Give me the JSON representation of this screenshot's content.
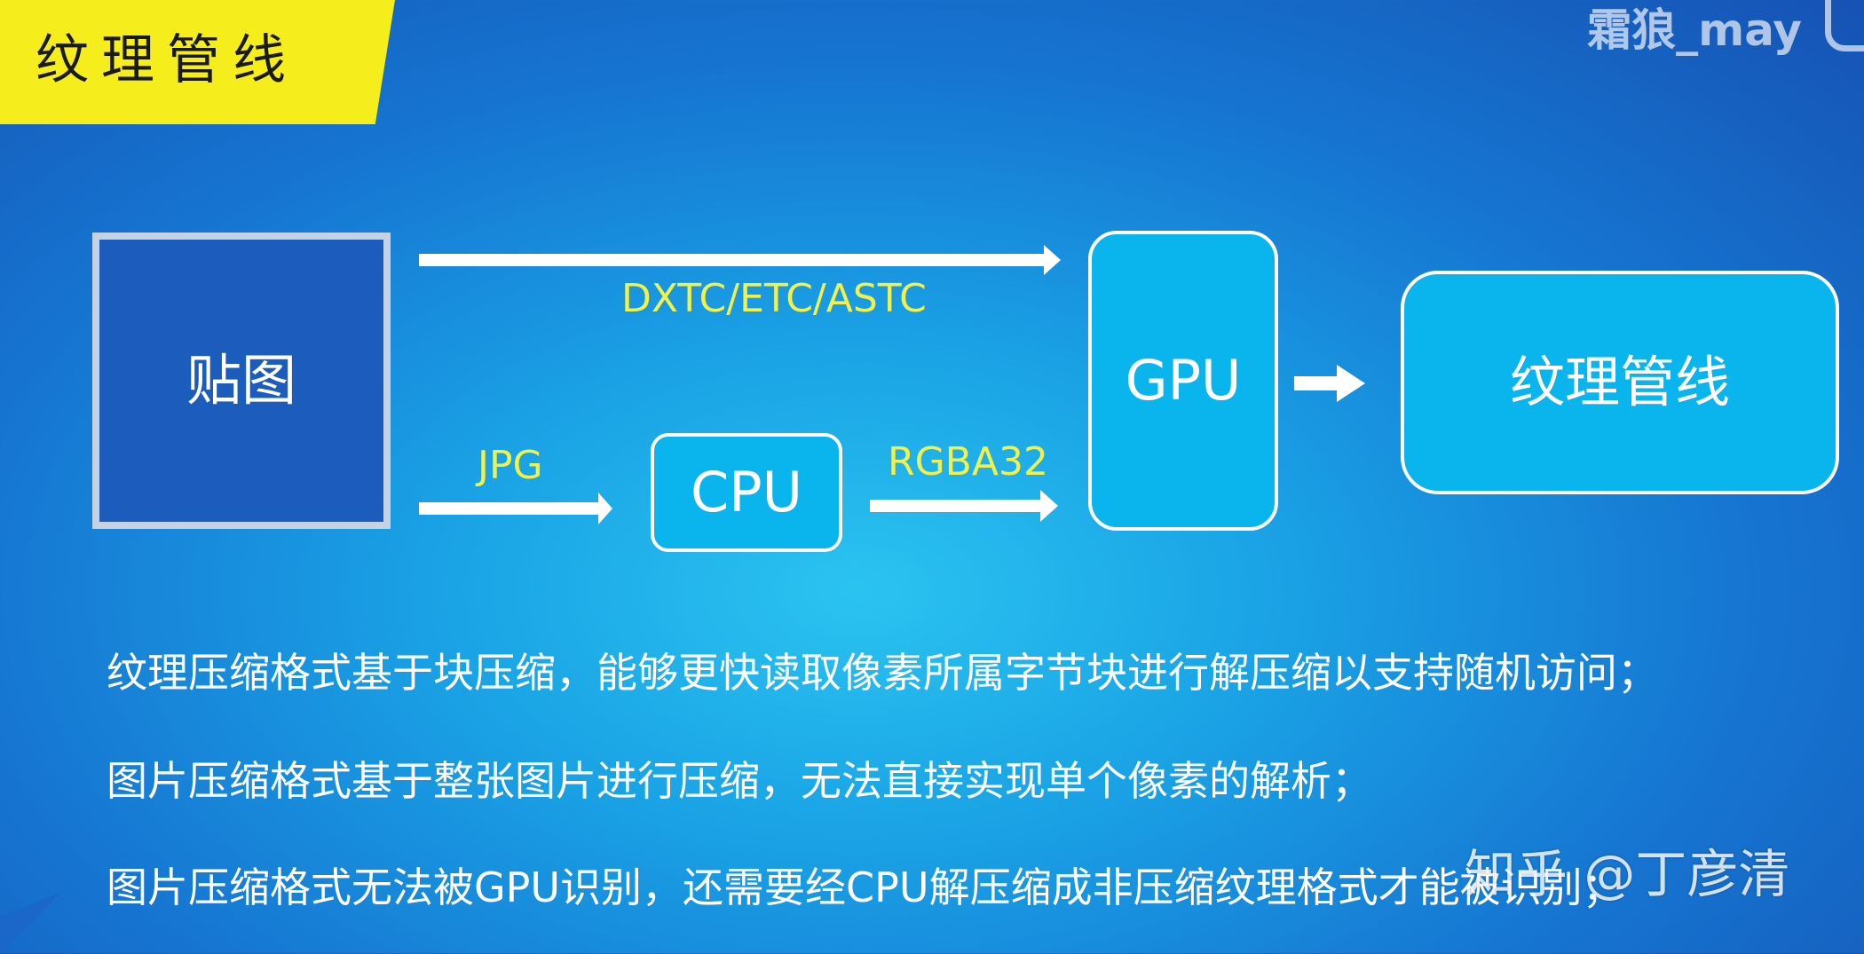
{
  "banner": {
    "title": "纹理管线"
  },
  "watermark_top": {
    "text": "霜狼_may"
  },
  "diagram": {
    "source_box": {
      "label": "贴图"
    },
    "cpu_box": {
      "label": "CPU"
    },
    "gpu_box": {
      "label": "GPU"
    },
    "pipeline_box": {
      "label": "纹理管线"
    },
    "arrow_labels": {
      "compressed": "DXTC/ETC/ASTC",
      "jpg": "JPG",
      "rgba": "RGBA32"
    },
    "colors": {
      "arrow": "#ffffff",
      "arrow_label": "#f2f04a",
      "box_fill": "#09b5ec",
      "banner": "#f5ee1c"
    }
  },
  "notes": [
    "纹理压缩格式基于块压缩，能够更快读取像素所属字节块进行解压缩以支持随机访问；",
    "图片压缩格式基于整张图片进行压缩，无法直接实现单个像素的解析；",
    "图片压缩格式无法被GPU识别，还需要经CPU解压缩成非压缩纹理格式才能被识别；"
  ],
  "watermark_bottom": {
    "text": "知乎 @丁彦清"
  }
}
